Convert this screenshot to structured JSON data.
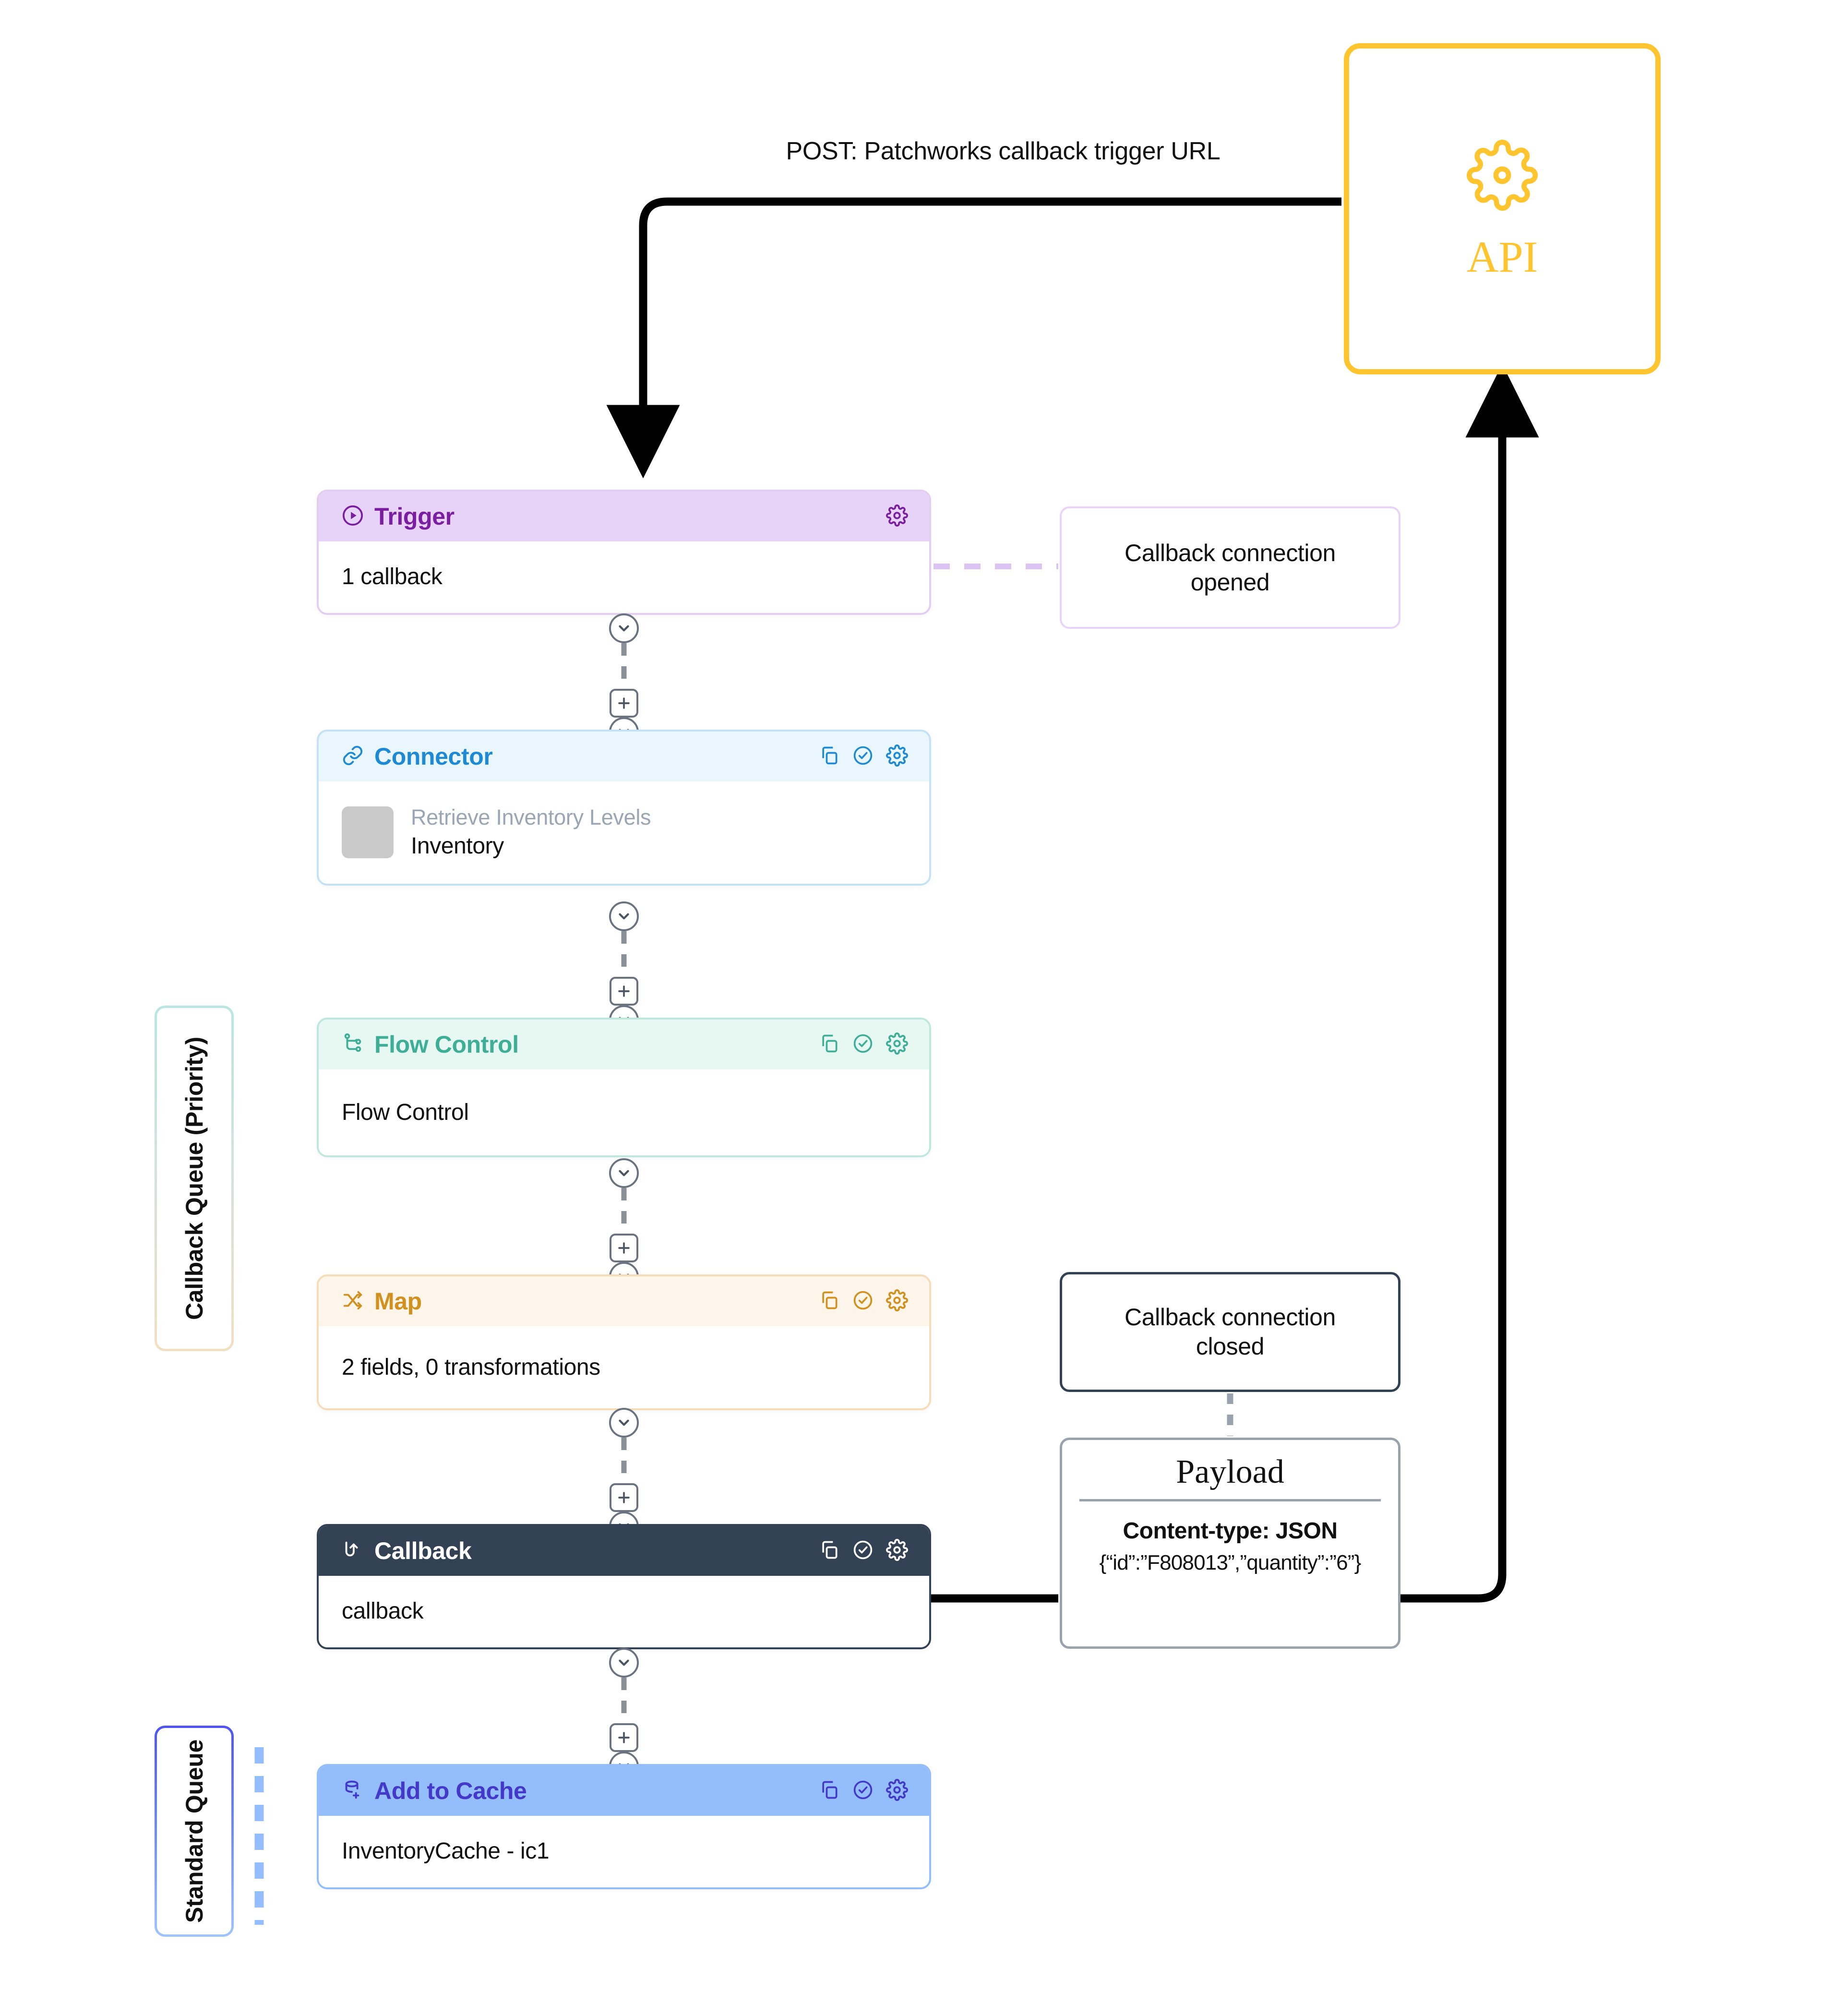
{
  "diagram": {
    "post_caption": "POST: Patchworks callback trigger URL",
    "api": {
      "label": "API",
      "icon": "gear-icon",
      "color": "#FFC42E"
    }
  },
  "notes": {
    "opened": "Callback connection\nopened",
    "closed": "Callback connection\nclosed"
  },
  "payload": {
    "title": "Payload",
    "content_type": "Content-type: JSON",
    "json": "{“id”:”F808013”,”quantity”:”6”}"
  },
  "queues": [
    {
      "label": "Callback Queue (Priority)",
      "name": "callback-queue-priority"
    },
    {
      "label": "Standard Queue",
      "name": "standard-queue"
    }
  ],
  "cards": [
    {
      "type": "trigger",
      "title": "Trigger",
      "icon": "play-circle-icon",
      "body": "1 callback",
      "actions": [
        "gear-icon"
      ],
      "accent": "#7b1fa2",
      "header_bg": "#e7d3f7"
    },
    {
      "type": "connector",
      "title": "Connector",
      "icon": "link-icon",
      "subtitle": "Retrieve Inventory Levels",
      "name": "Inventory",
      "actions": [
        "copy-icon",
        "check-circle-icon",
        "gear-icon"
      ],
      "accent": "#1f8ad4",
      "header_bg": "#eaf6fd"
    },
    {
      "type": "flow-control",
      "title": "Flow Control",
      "icon": "branch-icon",
      "body": "Flow Control",
      "actions": [
        "copy-icon",
        "check-circle-icon",
        "gear-icon"
      ],
      "accent": "#3fae97",
      "header_bg": "#e7f8f3"
    },
    {
      "type": "map",
      "title": "Map",
      "icon": "shuffle-icon",
      "body": "2 fields, 0 transformations",
      "actions": [
        "copy-icon",
        "check-circle-icon",
        "gear-icon"
      ],
      "accent": "#d2901f",
      "header_bg": "#fdf5ea"
    },
    {
      "type": "callback",
      "title": "Callback",
      "icon": "return-arrow-icon",
      "body": "callback",
      "actions": [
        "copy-icon",
        "check-circle-icon",
        "gear-icon"
      ],
      "accent": "#ffffff",
      "header_bg": "#334155"
    },
    {
      "type": "add-to-cache",
      "title": "Add to Cache",
      "icon": "database-add-icon",
      "body": "InventoryCache - ic1",
      "actions": [
        "copy-icon",
        "check-circle-icon",
        "gear-icon"
      ],
      "accent": "#4338ca",
      "header_bg": "#93bdfb"
    }
  ]
}
